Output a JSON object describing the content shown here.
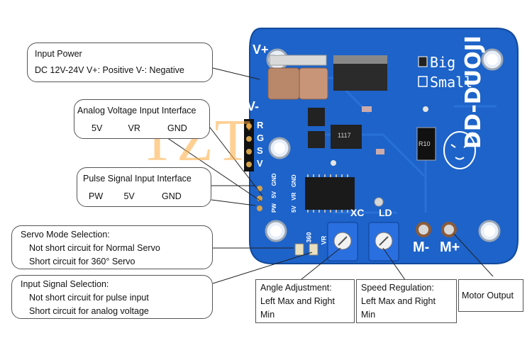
{
  "callouts": {
    "input_power": {
      "title": "Input Power",
      "line1": "DC  12V-24V  V+: Positive   V-: Negative"
    },
    "analog_input": {
      "title": "Analog Voltage Input Interface",
      "labels": [
        "5V",
        "VR",
        "GND"
      ]
    },
    "pulse_input": {
      "title": "Pulse Signal Input Interface",
      "labels": [
        "PW",
        "5V",
        "GND"
      ]
    },
    "servo_mode": {
      "title": "Servo Mode Selection:",
      "line1": "Not short circuit for Normal Servo",
      "line2": "Short circuit for 360° Servo"
    },
    "input_signal": {
      "title": "Input Signal Selection:",
      "line1": "Not short circuit for pulse input",
      "line2": "Short circuit for analog voltage"
    },
    "angle_adj": {
      "line1": "Angle Adjustment:",
      "line2": "Left Max and Right",
      "line3": "Min"
    },
    "speed_reg": {
      "line1": "Speed Regulation:",
      "line2": "Left Max and Right",
      "line3": "Min"
    },
    "motor_output": {
      "line1": "Motor Output"
    }
  },
  "board": {
    "brand": "DD-DUOJI",
    "big_label": "Big",
    "small_label": "Small",
    "v_plus": "V+",
    "v_minus": "V-",
    "header_pins": [
      "R",
      "G",
      "S",
      "V"
    ],
    "xc_label": "XC",
    "ld_label": "LD",
    "m_minus": "M-",
    "m_plus": "M+",
    "pin_labels_1": [
      "5V",
      "VR",
      "GND"
    ],
    "pin_labels_2": [
      "PW",
      "5V",
      "GND"
    ],
    "jumper_360": "360",
    "jumper_vr": "VR",
    "chip_text": "1117",
    "resistor_text": "R10"
  },
  "watermark": "TZT",
  "colors": {
    "pcb": "#1d63c9",
    "pcb_dark": "#1550a8",
    "silk": "#ffffff",
    "pot": "#2a6fe0",
    "copper": "#c8a27a"
  }
}
